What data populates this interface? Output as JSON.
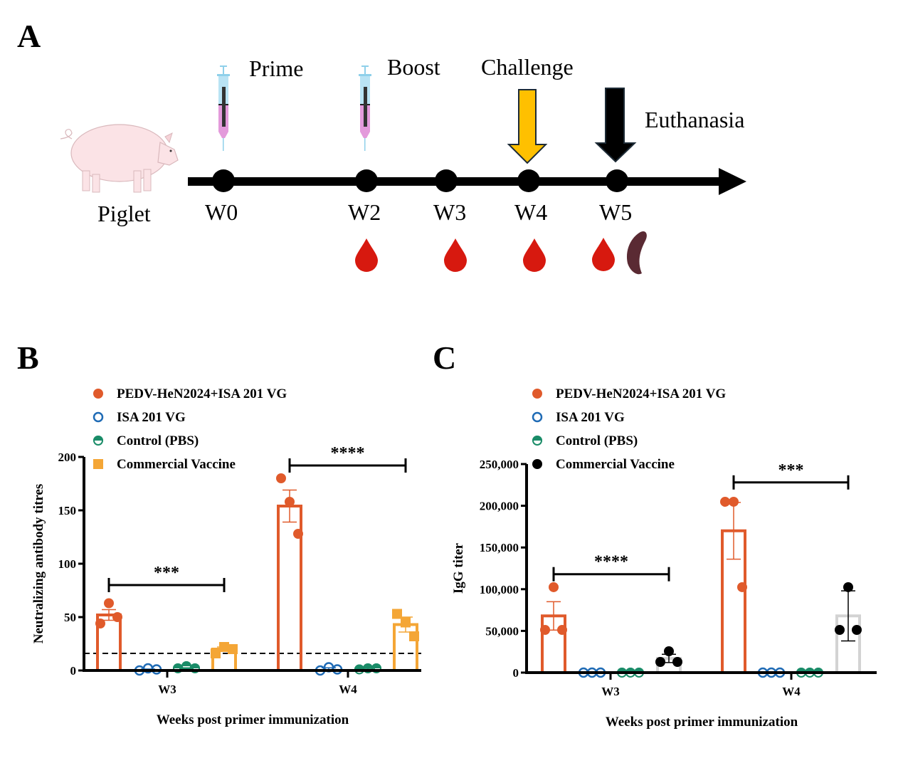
{
  "figure": {
    "panel_labels": [
      "A",
      "B",
      "C"
    ]
  },
  "timeline": {
    "subject_label": "Piglet",
    "events": [
      {
        "label": "Prime",
        "icon": "syringe-icon",
        "week": "W0"
      },
      {
        "label": "Boost",
        "icon": "syringe-icon",
        "week": "W2"
      },
      {
        "label": "Challenge",
        "icon": "arrow-down-icon",
        "week": "W4",
        "color": "#FFC000"
      },
      {
        "label": "Euthanasia",
        "icon": "arrow-down-icon",
        "week": "W5",
        "color": "#000000"
      }
    ],
    "weeks": [
      "W0",
      "W2",
      "W3",
      "W4",
      "W5"
    ],
    "blood_sampling_weeks": [
      "W2",
      "W3",
      "W4",
      "W5"
    ],
    "tissue_sampling_week": "W5"
  },
  "colors": {
    "pedv": "#E05A2B",
    "isa": "#1F6BB5",
    "control": "#1A8C68",
    "commercial_b": "#F4A636",
    "commercial_c_bar": "#D3D3D3",
    "commercial_c_point": "#000000"
  },
  "chart_data": [
    {
      "type": "bar",
      "panel": "B",
      "title": "",
      "xlabel": "Weeks post primer immunization",
      "ylabel": "Neutralizing antibody titres",
      "ylim": [
        0,
        200
      ],
      "yticks": [
        0,
        50,
        100,
        150,
        200
      ],
      "ytick_labels": [
        "0",
        "50",
        "100",
        "150",
        "200"
      ],
      "categories": [
        "W3",
        "W4"
      ],
      "legend": {
        "position": "top-left",
        "entries": [
          "PEDV-HeN2024+ISA 201 VG",
          "ISA 201 VG",
          "Control (PBS)",
          "Commercial Vaccine"
        ]
      },
      "reference_line": {
        "value": 16,
        "style": "dashed"
      },
      "series": [
        {
          "name": "PEDV-HeN2024+ISA 201 VG",
          "marker": "filled-circle",
          "values": [
            52,
            154
          ],
          "sem": [
            5,
            15
          ],
          "points": [
            [
              44,
              63,
              50
            ],
            [
              180,
              158,
              128
            ]
          ]
        },
        {
          "name": "ISA 201 VG",
          "marker": "open-circle",
          "values": [
            0.8,
            1.5
          ],
          "sem": [
            0.5,
            1
          ],
          "points": [
            [
              0,
              2,
              1
            ],
            [
              0,
              3,
              1
            ]
          ]
        },
        {
          "name": "Control (PBS)",
          "marker": "half-circle",
          "values": [
            2,
            1.5
          ],
          "sem": [
            0.5,
            0.5
          ],
          "points": [
            [
              2,
              4,
              2
            ],
            [
              1,
              2,
              2
            ]
          ]
        },
        {
          "name": "Commercial Vaccine",
          "marker": "square",
          "values": [
            20,
            43
          ],
          "sem": [
            2,
            7
          ],
          "points": [
            [
              16,
              22,
              20
            ],
            [
              53,
              45,
              32
            ]
          ]
        }
      ],
      "significance": [
        {
          "category": "W3",
          "from": "PEDV-HeN2024+ISA 201 VG",
          "to": "Commercial Vaccine",
          "label": "***",
          "level": 80
        },
        {
          "category": "W4",
          "from": "PEDV-HeN2024+ISA 201 VG",
          "to": "Commercial Vaccine",
          "label": "****",
          "level": 192
        }
      ]
    },
    {
      "type": "bar",
      "panel": "C",
      "title": "",
      "xlabel": "Weeks post primer immunization",
      "ylabel": "IgG titer",
      "ylim": [
        0,
        250000
      ],
      "yticks": [
        0,
        50000,
        100000,
        150000,
        200000,
        250000
      ],
      "ytick_labels": [
        "0",
        "50,000",
        "100,000",
        "150,000",
        "200,000",
        "250,000"
      ],
      "categories": [
        "W3",
        "W4"
      ],
      "legend": {
        "position": "top-left",
        "entries": [
          "PEDV-HeN2024+ISA 201 VG",
          "ISA 201 VG",
          "Control (PBS)",
          "Commercial Vaccine"
        ]
      },
      "series": [
        {
          "name": "PEDV-HeN2024+ISA 201 VG",
          "marker": "filled-circle",
          "values": [
            68000,
            170000
          ],
          "sem": [
            17000,
            34000
          ],
          "points": [
            [
              51200,
              102400,
              51200
            ],
            [
              204800,
              204800,
              102400
            ]
          ]
        },
        {
          "name": "ISA 201 VG",
          "marker": "open-circle",
          "values": [
            0,
            0
          ],
          "sem": [
            0,
            0
          ],
          "points": [
            [
              0,
              0,
              0
            ],
            [
              0,
              0,
              0
            ]
          ]
        },
        {
          "name": "Control (PBS)",
          "marker": "half-circle",
          "values": [
            0,
            0
          ],
          "sem": [
            0,
            0
          ],
          "points": [
            [
              0,
              0,
              0
            ],
            [
              0,
              0,
              0
            ]
          ]
        },
        {
          "name": "Commercial Vaccine",
          "marker": "filled-circle-black",
          "values": [
            17000,
            68000
          ],
          "sem": [
            5000,
            30000
          ],
          "points": [
            [
              12800,
              25600,
              12800
            ],
            [
              51200,
              102400,
              51200
            ]
          ]
        }
      ],
      "significance": [
        {
          "category": "W3",
          "from": "PEDV-HeN2024+ISA 201 VG",
          "to": "Commercial Vaccine",
          "label": "****",
          "level": 118000
        },
        {
          "category": "W4",
          "from": "PEDV-HeN2024+ISA 201 VG",
          "to": "Commercial Vaccine",
          "label": "***",
          "level": 228000
        }
      ]
    }
  ]
}
